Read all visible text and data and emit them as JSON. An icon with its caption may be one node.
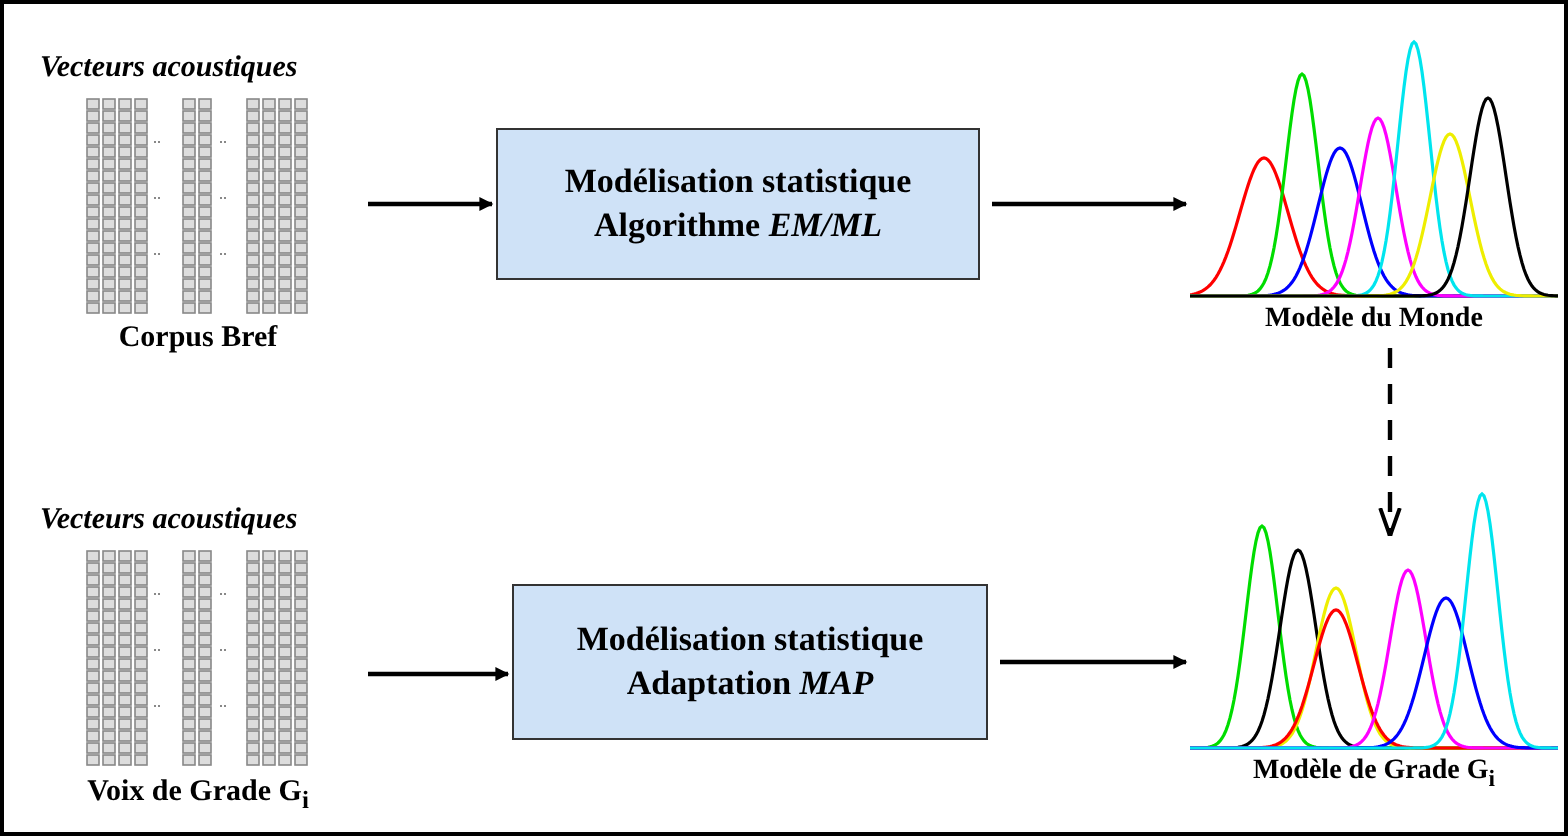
{
  "diagram": {
    "nodes": [
      {
        "text": [
          "Vecteurs acoustiques",
          "Corpus Bref"
        ]
      },
      {
        "text": [
          "Modélisation statistique",
          "Algorithme *EM/ML*"
        ]
      },
      {
        "text": [
          "Modèle du Monde"
        ]
      },
      {
        "text": [
          "Vecteurs acoustiques",
          "Voix de Grade G$_{i}$"
        ]
      },
      {
        "text": [
          "Modélisation statistique",
          "Adaptation *MAP*"
        ]
      },
      {
        "text": [
          "Modèle de Grade  G$_{i}$"
        ]
      }
    ],
    "edges": [
      {
        "from": 0,
        "to": 1,
        "arrow": "to"
      },
      {
        "from": 1,
        "to": 2,
        "arrow": "to"
      },
      {
        "from": 2,
        "to": 5,
        "arrow": "to",
        "style": "dashed"
      },
      {
        "from": 3,
        "to": 4,
        "arrow": "to"
      },
      {
        "from": 4,
        "to": 5,
        "arrow": "to"
      }
    ]
  }
}
